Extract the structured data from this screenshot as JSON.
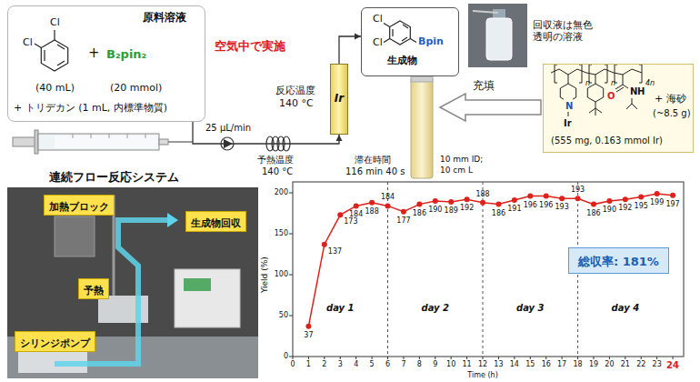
{
  "diagram": {
    "nodes": [
      {
        "text": [
          "原料溶液",
          "Cl",
          "Cl",
          "+",
          "B₂pin₂",
          "(40 mL)",
          "(20 mmol)",
          "+ トリデカン (1 mL, 内標準物質)"
        ]
      },
      {
        "text": [
          "Cl",
          "Cl",
          "Bpin",
          "生成物"
        ]
      },
      {
        "text": [
          "Ir"
        ]
      },
      {
        "text": [
          "N",
          "Ir",
          "O",
          "N",
          "H",
          "n",
          "n",
          "4n",
          "+ 海砂",
          "(~8.5 g)",
          "(555 mg, 0.163 mmol Ir)"
        ]
      },
      {
        "text": [
          "連続フロー反応システム"
        ]
      },
      {
        "text": [
          "加熱ブロック"
        ],
        "in": 4
      },
      {
        "text": [
          "予熱"
        ],
        "in": 4
      },
      {
        "text": [
          "シリンジポンプ"
        ],
        "in": 4
      },
      {
        "text": [
          "生成物回収"
        ],
        "in": 4
      },
      {
        "text": [
          "総収率: 181%"
        ]
      }
    ],
    "edges": [
      {
        "from": 0,
        "to": 2,
        "arrow": "to"
      },
      {
        "from": 2,
        "to": 1,
        "arrow": "to"
      }
    ],
    "labels": [
      "空気中で実施",
      "25 µL/min",
      "予熱温度",
      "140 °C",
      "反応温度",
      "140 °C",
      "滞在時間",
      "116 min 40 s",
      "回収液は無色 透明の溶液",
      "充填",
      "10 mm ID;",
      "10 cm L",
      "Yield (%)",
      "Time (h)",
      "0",
      "50",
      "100",
      "150",
      "200",
      "0",
      "1",
      "2",
      "3",
      "4",
      "5",
      "6",
      "7",
      "8",
      "9",
      "10",
      "11",
      "12",
      "13",
      "14",
      "15",
      "16",
      "17",
      "18",
      "19",
      "20",
      "21",
      "22",
      "23",
      "24",
      "37",
      "137",
      "173",
      "184",
      "188",
      "184",
      "177",
      "186",
      "190",
      "189",
      "192",
      "188",
      "186",
      "191",
      "196",
      "196",
      "193",
      "193",
      "186",
      "190",
      "192",
      "195",
      "199",
      "197",
      "day 1",
      "day 2",
      "day 3",
      "day 4"
    ]
  }
}
